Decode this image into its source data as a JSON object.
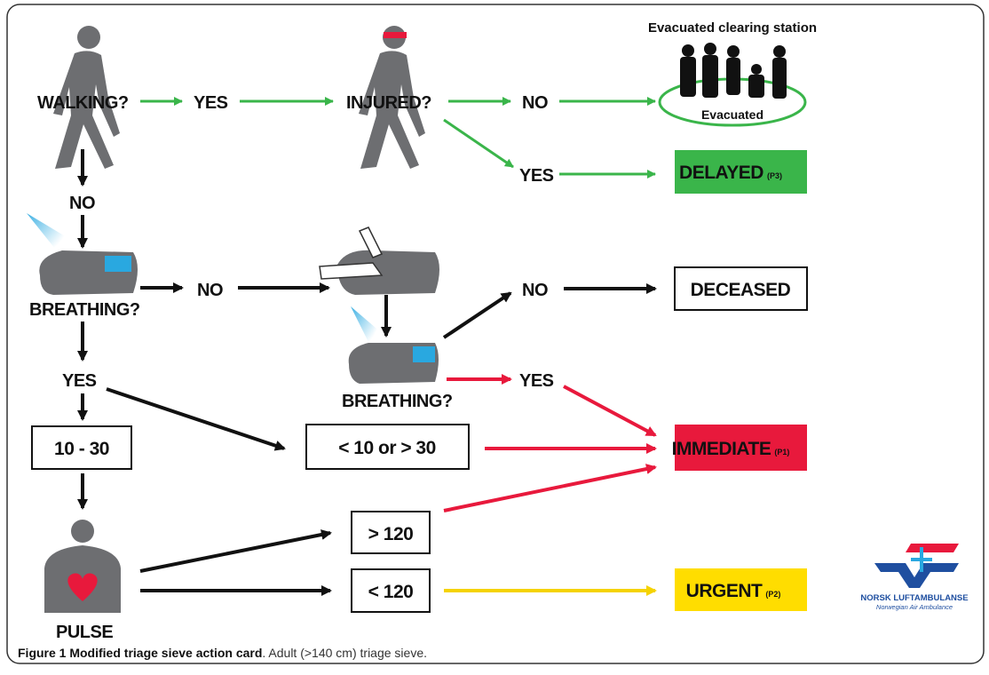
{
  "nodes": {
    "walking": "WALKING?",
    "yes1": "YES",
    "injured": "INJURED?",
    "no1": "NO",
    "yes2": "YES",
    "no_walk": "NO",
    "breathing1": "BREATHING?",
    "no_breath": "NO",
    "no_breath2": "NO",
    "breathing2": "BREATHING?",
    "yes_breath2": "YES",
    "yes_breath1": "YES",
    "pulse": "PULSE"
  },
  "boxes": {
    "rate_normal": "10 - 30",
    "rate_abnormal": "< 10 or > 30",
    "pulse_high": "> 120",
    "pulse_low": "< 120"
  },
  "categories": {
    "delayed": {
      "label": "DELAYED",
      "code": "(P3)",
      "color": "#3ab54a"
    },
    "deceased": {
      "label": "DECEASED",
      "code": "",
      "color": "#ffffff"
    },
    "immediate": {
      "label": "IMMEDIATE",
      "code": "(P1)",
      "color": "#e8193c"
    },
    "urgent": {
      "label": "URGENT",
      "code": "(P2)",
      "color": "#ffdd00"
    }
  },
  "clearing": {
    "title": "Evacuated clearing station",
    "label": "Evacuated"
  },
  "logo": {
    "name": "NORSK LUFTAMBULANSE",
    "tagline": "Norwegian Air Ambulance"
  },
  "caption": {
    "figure": "Figure 1 Modified triage sieve action card",
    "rest": ". Adult (>140 cm) triage sieve."
  },
  "colors": {
    "green_arrow": "#3ab54a",
    "red_arrow": "#e8193c",
    "yellow_arrow": "#f5d300",
    "black_arrow": "#111111",
    "figure_gray": "#6d6e71",
    "accent_blue": "#29a8e0"
  }
}
